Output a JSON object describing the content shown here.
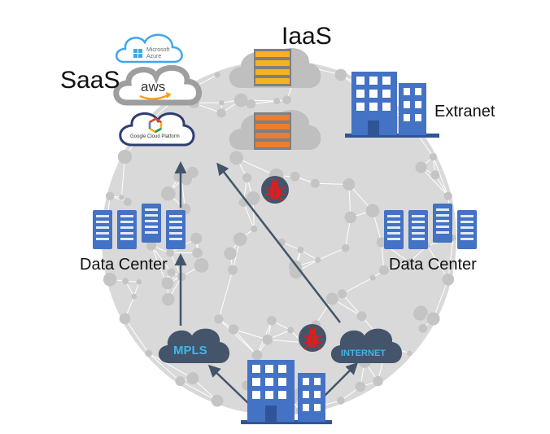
{
  "labels": {
    "saas": "SaaS",
    "iaas": "IaaS",
    "extranet": "Extranet",
    "datacenter_left": "Data Center",
    "datacenter_right": "Data Center"
  },
  "clouds": {
    "azure_line1": "Microsoft",
    "azure_line2": "Azure",
    "aws": "aws",
    "gcp": "Google Cloud Platform",
    "mpls": "MPLS",
    "internet": "INTERNET"
  },
  "colors": {
    "sphere": "#d9d9d9",
    "mesh": "#ffffff",
    "node": "#c4c4c4",
    "building": "#4472c4",
    "building_dark": "#2f5597",
    "server": "#4472c4",
    "navy": "#44546a",
    "iaas_cloud": "#bfbfbf",
    "rack_yellow": "#f5b324",
    "rack_orange": "#ed7d31",
    "bug_red": "#e31b1b",
    "mpls_text": "#41b6e6",
    "internet_text": "#41b6e6"
  }
}
